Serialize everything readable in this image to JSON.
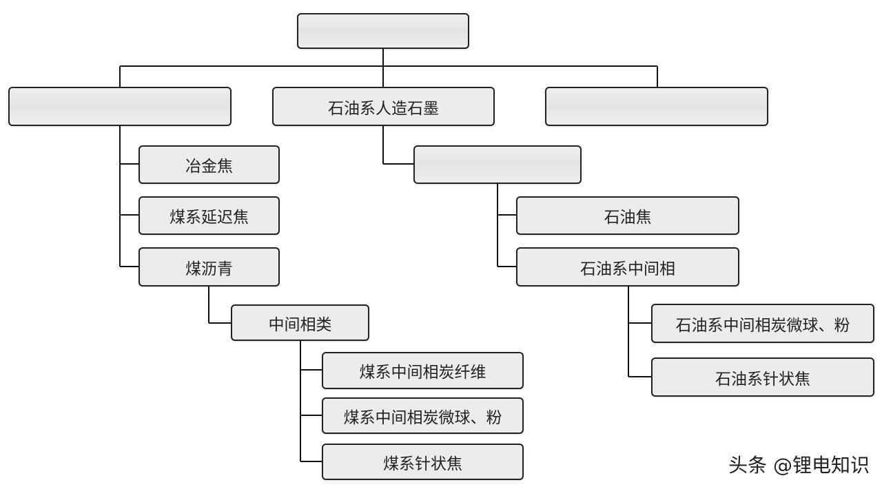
{
  "nodes": {
    "root": "",
    "coal_graphite": "",
    "petroleum_graphite": "石油系人造石墨",
    "other_graphite": "",
    "petroleum_sub": "",
    "metallurgical_coke": "冶金焦",
    "coal_delayed_coke": "煤系延迟焦",
    "coal_pitch": "煤沥青",
    "mesophase_class": "中间相类",
    "coal_mesophase_fiber": "煤系中间相炭纤维",
    "coal_mesophase_microsphere": "煤系中间相炭微球、粉",
    "coal_needle_coke": "煤系针状焦",
    "petroleum_coke": "石油焦",
    "petroleum_mesophase": "石油系中间相",
    "petroleum_mesophase_microsphere": "石油系中间相炭微球、粉",
    "petroleum_needle_coke": "石油系针状焦"
  },
  "watermark": "头条 @锂电知识",
  "colors": {
    "node_fill": "#ececec",
    "node_border": "#222222",
    "connector": "#111111",
    "text": "#222222"
  }
}
